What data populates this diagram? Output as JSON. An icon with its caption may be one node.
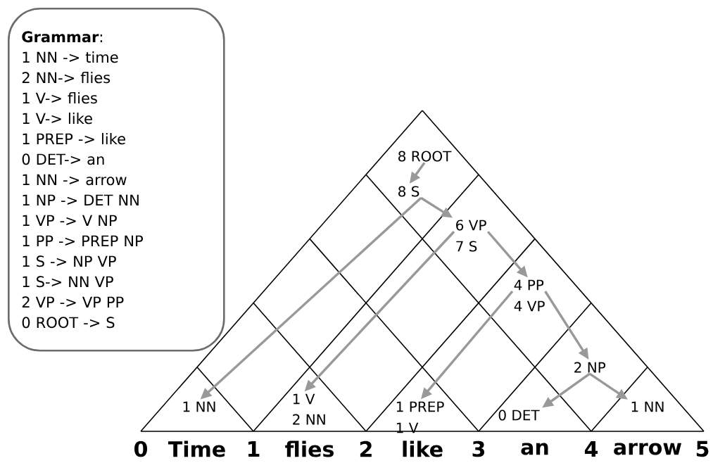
{
  "diagram": {
    "nodes": [
      {
        "text": [
          "**Grammar**:",
          "1 NN -> time",
          "2 NN-> flies",
          "1 V-> flies",
          "1 V-> like",
          "1 PREP -> like",
          "0 DET-> an",
          "1 NN -> arrow",
          "1 NP -> DET NN",
          "1 VP -> V NP",
          "1 PP -> PREP NP",
          "1 S -> NP VP",
          "1 S-> NN VP",
          "2 VP -> VP PP",
          "0 ROOT -> S"
        ]
      },
      {
        "text": [
          "8 ROOT"
        ]
      },
      {
        "text": [
          "8 S"
        ]
      },
      {
        "text": [
          "6 VP"
        ]
      },
      {
        "text": [
          "7 S"
        ]
      },
      {
        "text": [
          "4 PP"
        ]
      },
      {
        "text": [
          "4 VP"
        ]
      },
      {
        "text": [
          "2 NP"
        ]
      },
      {
        "text": [
          "1 NN"
        ]
      },
      {
        "text": [
          "1 V"
        ]
      },
      {
        "text": [
          "2 NN"
        ]
      },
      {
        "text": [
          "1 PREP"
        ]
      },
      {
        "text": [
          "1 V"
        ]
      },
      {
        "text": [
          "0 DET"
        ]
      },
      {
        "text": [
          "1 NN"
        ]
      }
    ],
    "edges": [
      {
        "from": 1,
        "to": 2,
        "arrow": "to"
      },
      {
        "from": 2,
        "to": 8,
        "arrow": "to"
      },
      {
        "from": 2,
        "to": 3,
        "arrow": "to"
      },
      {
        "from": 3,
        "to": 9,
        "arrow": "to"
      },
      {
        "from": 3,
        "to": 5,
        "arrow": "to"
      },
      {
        "from": 5,
        "to": 11,
        "arrow": "to"
      },
      {
        "from": 5,
        "to": 7,
        "arrow": "to"
      },
      {
        "from": 7,
        "to": 13,
        "arrow": "to"
      },
      {
        "from": 7,
        "to": 14,
        "arrow": "to"
      }
    ],
    "labels": [
      "0",
      "Time",
      "1",
      "flies",
      "2",
      "like",
      "3",
      "an",
      "4",
      "arrow",
      "5"
    ]
  }
}
